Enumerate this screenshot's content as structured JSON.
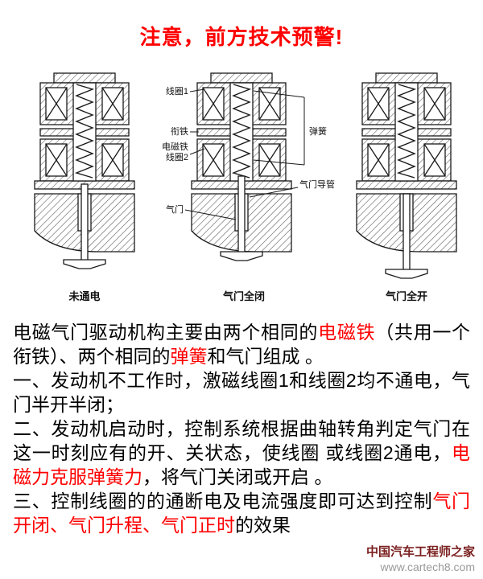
{
  "header": {
    "title": "注意，前方技术预警!"
  },
  "diagram": {
    "labels": {
      "coil1": "线圈1",
      "armature": "衔铁",
      "magnet": "电磁铁",
      "coil2": "线圈2",
      "valve": "气门",
      "spring": "弹簧",
      "valve_guide": "气门导管"
    },
    "captions": {
      "left": "未通电",
      "middle": "气门全闭",
      "right": "气门全开"
    }
  },
  "content": {
    "p1": {
      "s0": "电磁气门驱动机构主要由两个相同的",
      "s1": "电磁铁",
      "s2": "（共用一个衔铁）、两个相同的",
      "s3": "弹簧",
      "s4": "和气门组成 。"
    },
    "p2": {
      "s0": "一、发动机不工作时，激磁线圈1和线圈2均不通电，气门半开半闭；"
    },
    "p3": {
      "s0": "二、发动机启动时，控制系统根据曲轴转角判定气门在这一时刻应有的开、关状态，使线圈 或线圈2通电，",
      "s1": "电磁力克服弹簧力",
      "s2": "，将气门关闭或开启 。"
    },
    "p4": {
      "s0": "三、控制线圈的的通断电及电流强度即可达到控制",
      "s1": "气门开闭、气门升程、气门正时",
      "s2": "的效果"
    }
  },
  "watermark": {
    "site_name": "中国汽车工程师之家",
    "site_url": "www.cartech8.com"
  },
  "colors": {
    "accent_red": "#ff0000",
    "watermark_name": "#7b2020",
    "watermark_url": "#9a9a9a"
  }
}
